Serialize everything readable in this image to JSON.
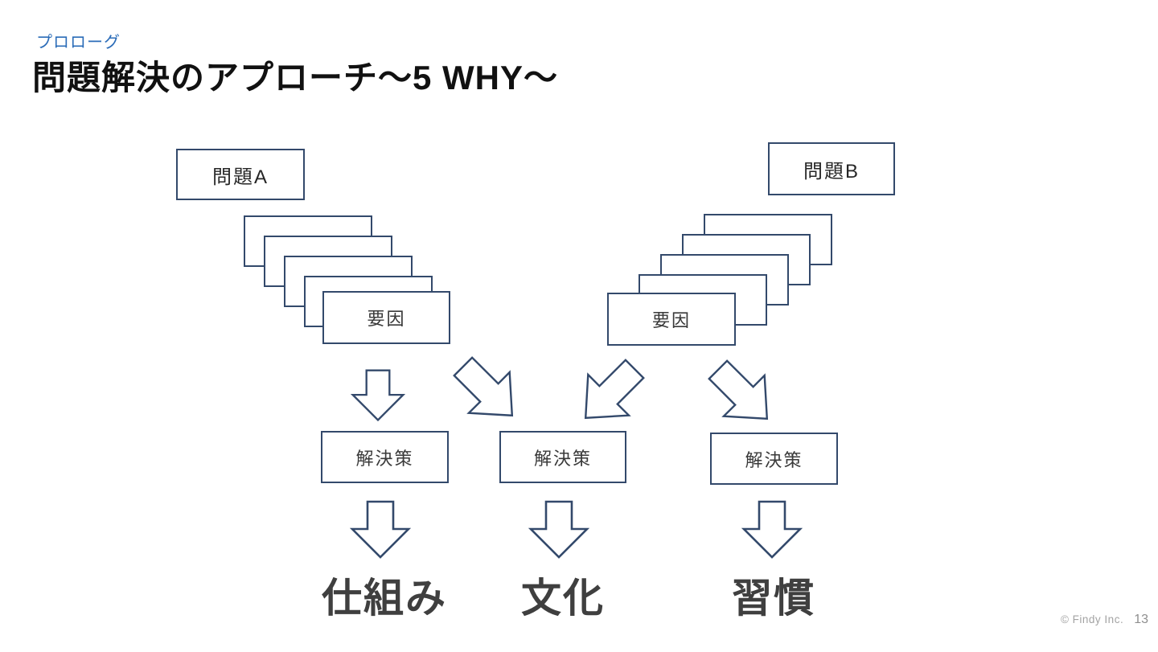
{
  "colors": {
    "accent_blue": "#2B6CB8",
    "shape_outline": "#33496B",
    "title_text": "#111111",
    "outcome_text": "#3F3F3F",
    "footer_text": "#A3A3A3"
  },
  "header": {
    "eyebrow": "プロローグ",
    "title": "問題解決のアプローチ〜5 WHY〜"
  },
  "diagram": {
    "problem_a": {
      "label": "問題A"
    },
    "problem_b": {
      "label": "問題B"
    },
    "cause_a": {
      "label": "要因"
    },
    "cause_b": {
      "label": "要因"
    },
    "solution_1": {
      "label": "解決策"
    },
    "solution_2": {
      "label": "解決策"
    },
    "solution_3": {
      "label": "解決策"
    },
    "outcome_1": {
      "label": "仕組み"
    },
    "outcome_2": {
      "label": "文化"
    },
    "outcome_3": {
      "label": "習慣"
    }
  },
  "footer": {
    "copyright": "© Findy Inc.",
    "page_number": "13"
  }
}
